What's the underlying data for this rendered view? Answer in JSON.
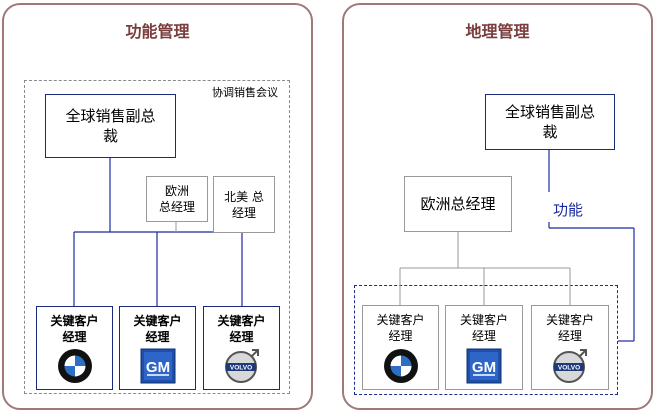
{
  "functional": {
    "title": "功能管理",
    "council_label": "协调销售会议",
    "vp_label": "全球销售副总\n裁",
    "europe_gm_label": "欧洲\n总经理",
    "na_gm_label": "北美 总\n经理",
    "accounts": [
      {
        "label": "关键客户\n经理",
        "logo": "bmw-logo-icon"
      },
      {
        "label": "关键客户\n经理",
        "logo": "gm-logo-icon"
      },
      {
        "label": "关键客户\n经理",
        "logo": "volvo-logo-icon"
      }
    ]
  },
  "geographic": {
    "title": "地理管理",
    "vp_label": "全球销售副总\n裁",
    "europe_gm_label": "欧洲总经理",
    "function_label": "功能",
    "accounts": [
      {
        "label": "关键客户\n经理",
        "logo": "bmw-logo-icon"
      },
      {
        "label": "关键客户\n经理",
        "logo": "gm-logo-icon"
      },
      {
        "label": "关键客户\n经理",
        "logo": "volvo-logo-icon"
      }
    ]
  },
  "colors": {
    "panel_border": "#a07878",
    "title_text": "#7a3d3d",
    "line_blue": "#1a2aa0",
    "line_gray": "#9a9a9a"
  }
}
